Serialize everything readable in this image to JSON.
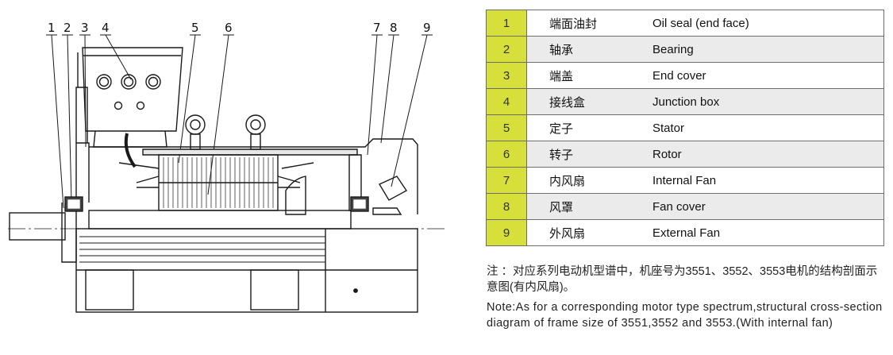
{
  "diagram": {
    "labels": [
      "1",
      "2",
      "3",
      "4",
      "5",
      "6",
      "7",
      "8",
      "9"
    ]
  },
  "parts": [
    {
      "num": "1",
      "cn": "端面油封",
      "en": "Oil seal (end face)"
    },
    {
      "num": "2",
      "cn": "轴承",
      "en": "Bearing"
    },
    {
      "num": "3",
      "cn": "端盖",
      "en": "End cover"
    },
    {
      "num": "4",
      "cn": "接线盒",
      "en": "Junction box"
    },
    {
      "num": "5",
      "cn": "定子",
      "en": "Stator"
    },
    {
      "num": "6",
      "cn": "转子",
      "en": "Rotor"
    },
    {
      "num": "7",
      "cn": "内风扇",
      "en": "Internal Fan"
    },
    {
      "num": "8",
      "cn": "风罩",
      "en": "Fan cover"
    },
    {
      "num": "9",
      "cn": "外风扇",
      "en": "External Fan"
    }
  ],
  "notes": {
    "cn": "注 ：对应系列电动机型谱中，机座号为3551、3552、3553电机的结构剖面示意图(有内风扇)。",
    "en": "Note:As for a corresponding  motor type spectrum,structural cross-section diagram of frame size of 3551,3552 and 3553.(With internal fan)"
  }
}
